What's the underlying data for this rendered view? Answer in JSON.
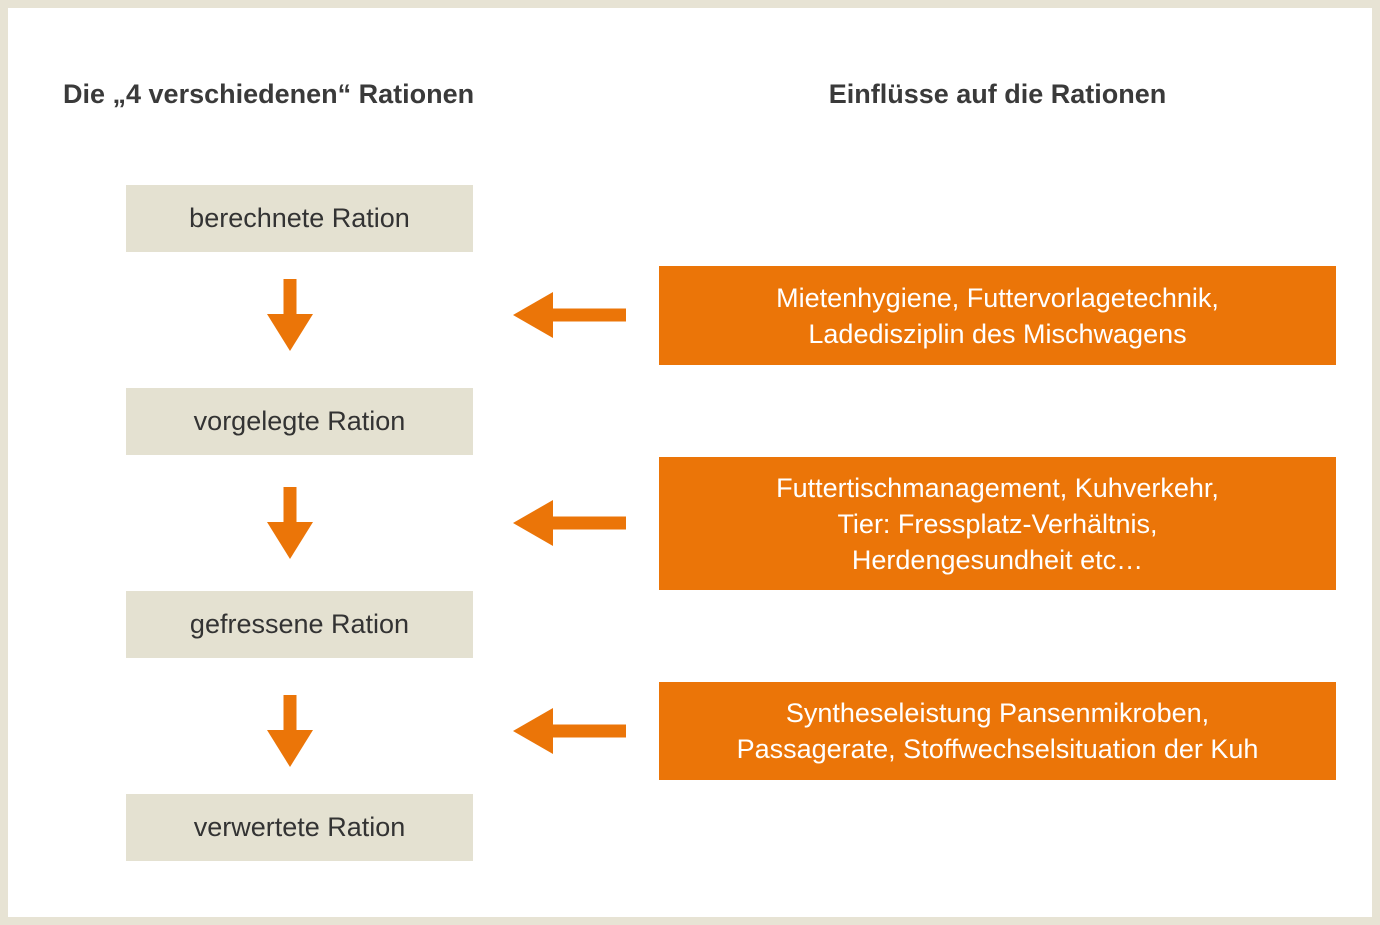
{
  "headings": {
    "left": "Die „4 verschiedenen“ Rationen",
    "right": "Einflüsse auf die Rationen"
  },
  "rations": [
    "berechnete Ration",
    "vorgelegte Ration",
    "gefressene Ration",
    "verwertete Ration"
  ],
  "influences": [
    {
      "lines": [
        "Mietenhygiene, Futtervorlagetechnik,",
        "Ladedisziplin des Mischwagens"
      ]
    },
    {
      "lines": [
        "Futtertischmanagement, Kuhverkehr,",
        "Tier: Fressplatz-Verhältnis,",
        "Herdengesundheit etc…"
      ]
    },
    {
      "lines": [
        "Syntheseleistung Pansenmikroben,",
        "Passagerate, Stoffwechselsituation der Kuh"
      ]
    }
  ],
  "colors": {
    "frame": "#e7e3d4",
    "ration_box": "#e4e1d1",
    "accent_orange": "#eb7508",
    "text_dark": "#333333",
    "text_light": "#ffffff"
  }
}
